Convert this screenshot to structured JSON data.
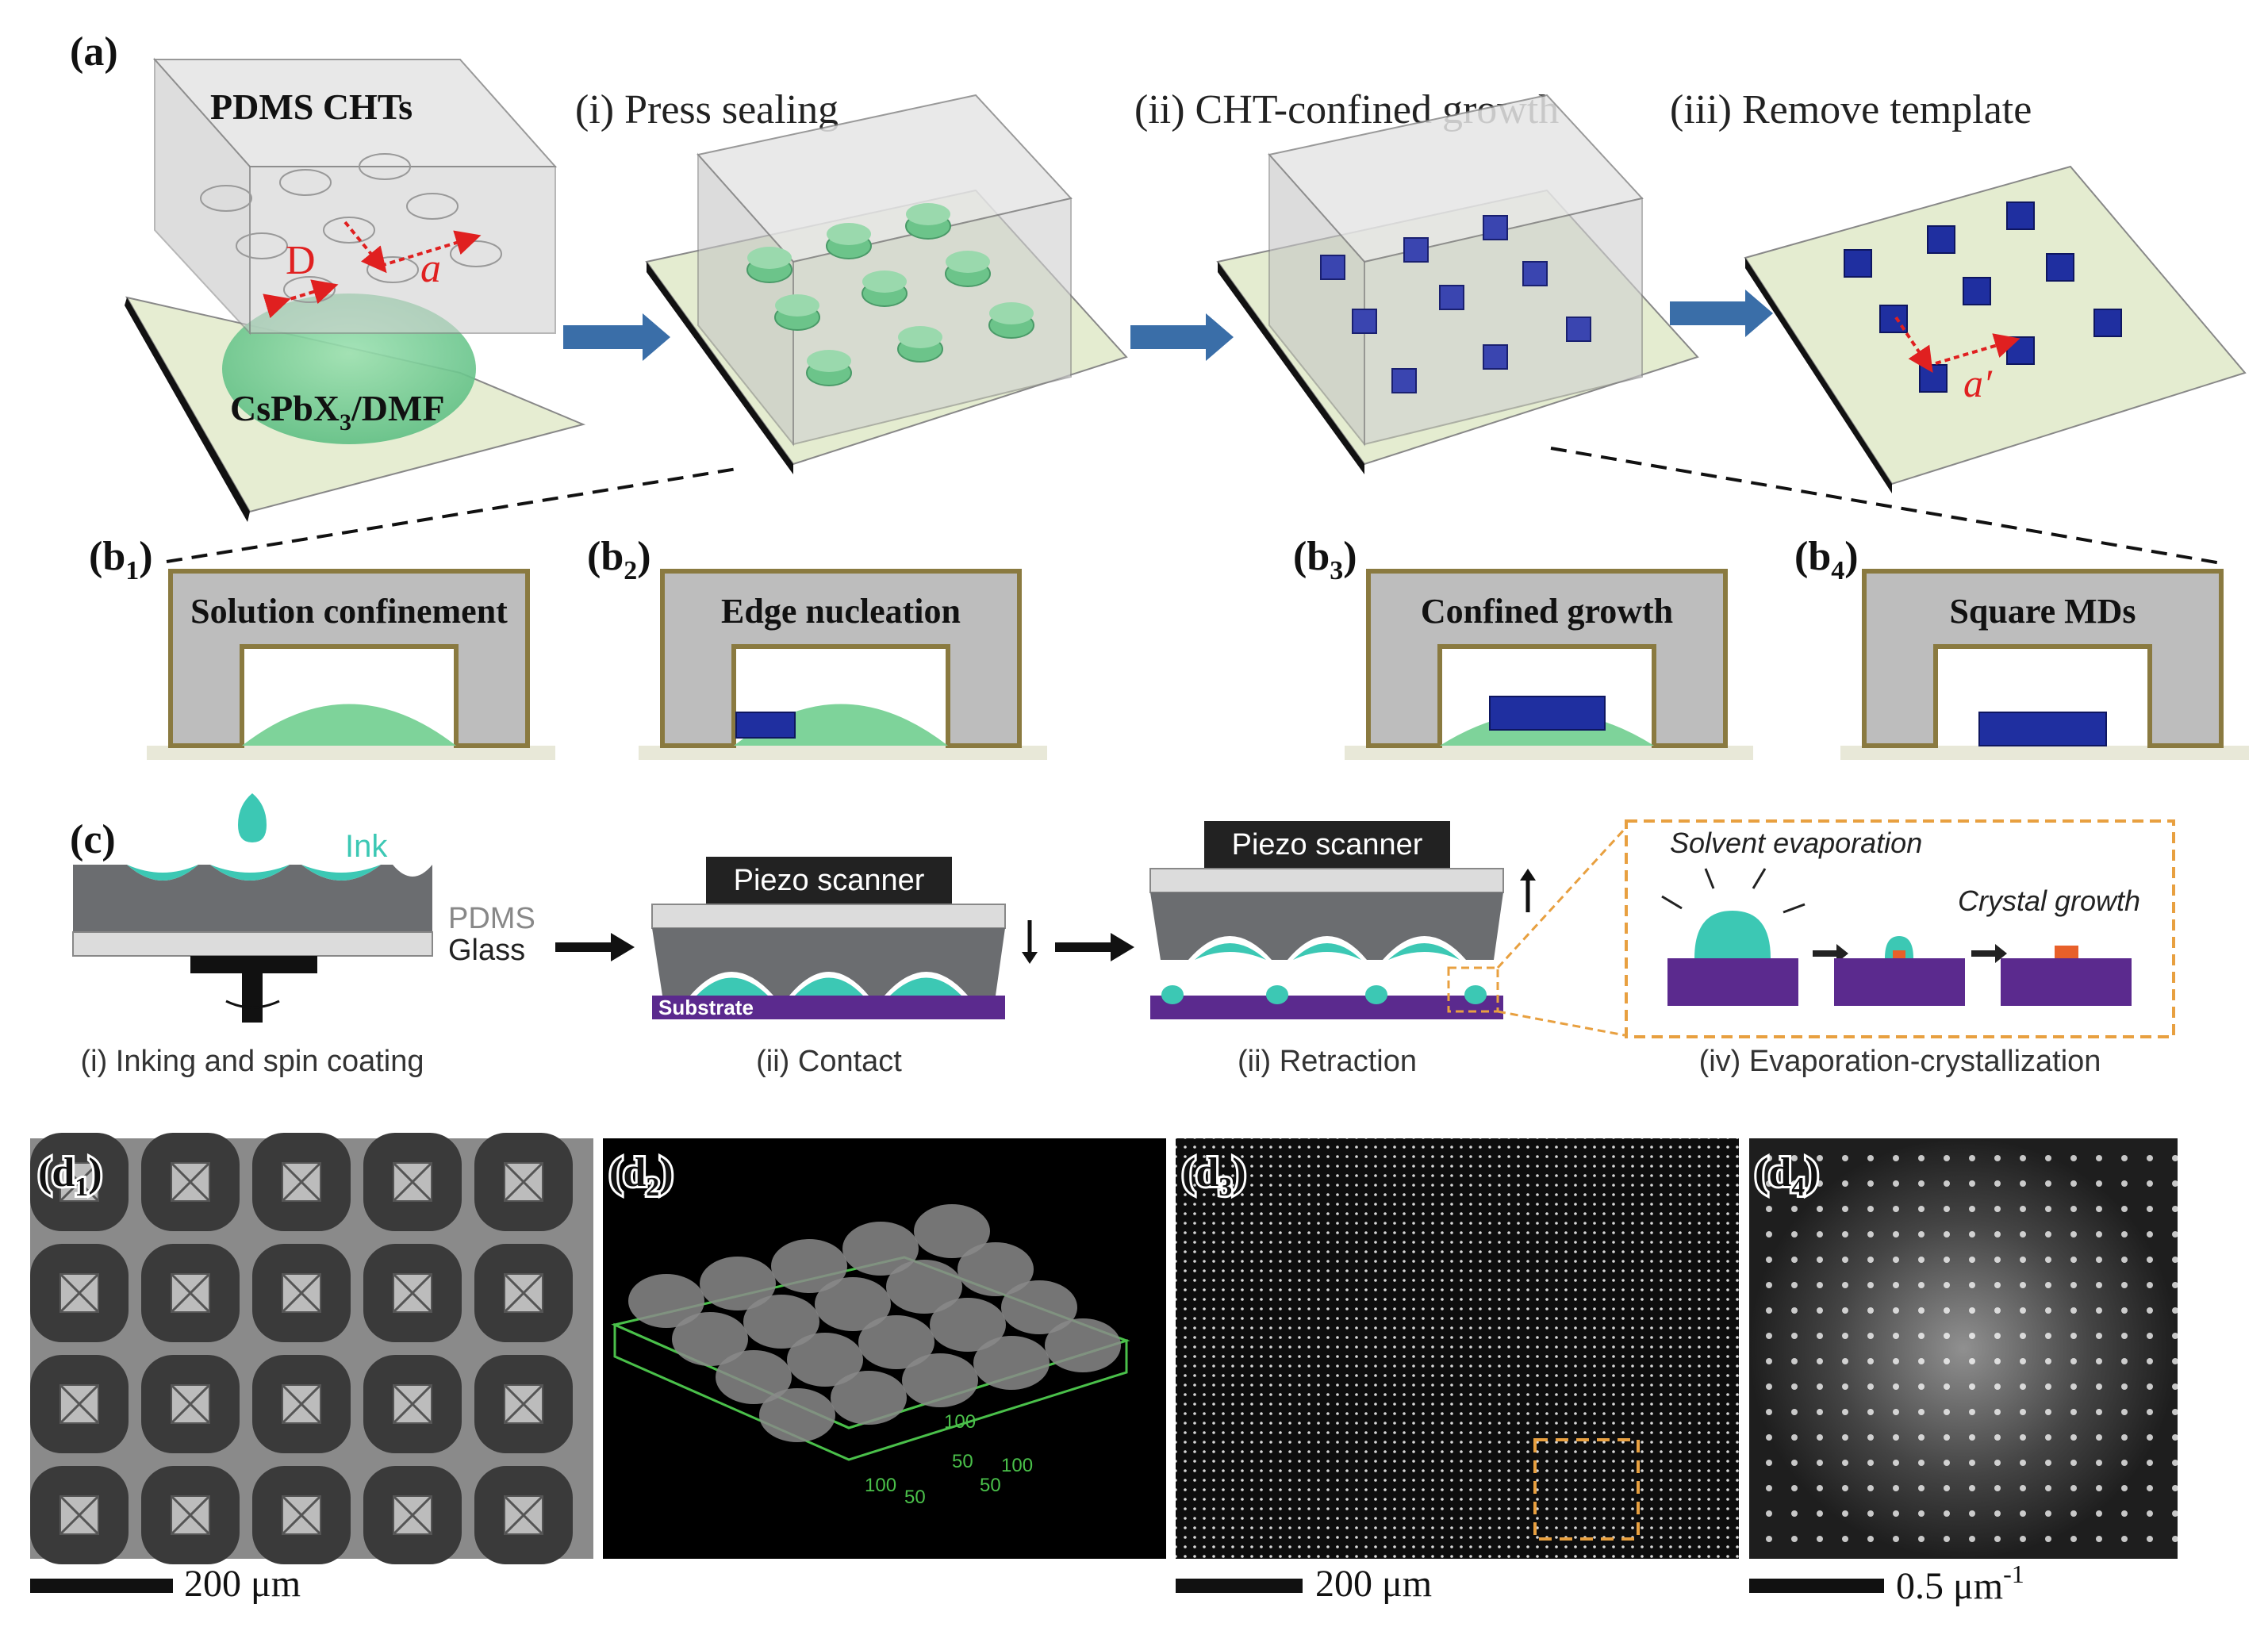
{
  "panel_a": {
    "label": "(a)",
    "template_label": "PDMS CHTs",
    "dim_D": "D",
    "dim_a": "a",
    "solution_prefix": "CsPbX",
    "solution_sub": "3",
    "solution_suffix": "/DMF",
    "steps": [
      "(i) Press sealing",
      "(ii) CHT-confined growth",
      "(iii) Remove template"
    ],
    "dim_a_prime": "a′"
  },
  "panel_b": [
    {
      "label": "(b",
      "sub": "1",
      "close": ")",
      "title": "Solution confinement"
    },
    {
      "label": "(b",
      "sub": "2",
      "close": ")",
      "title": "Edge nucleation"
    },
    {
      "label": "(b",
      "sub": "3",
      "close": ")",
      "title": "Confined  growth"
    },
    {
      "label": "(b",
      "sub": "4",
      "close": ")",
      "title": "Square MDs"
    }
  ],
  "panel_c": {
    "label": "(c)",
    "ink": "Ink",
    "pdms": "PDMS",
    "glass": "Glass",
    "piezo_1": "Piezo scanner",
    "piezo_2": "Piezo scanner",
    "substrate": "Substrate",
    "solvent_evaporation": "Solvent evaporation",
    "crystal_growth": "Crystal growth",
    "captions": [
      "(i) Inking and spin coating",
      "(ii) Contact",
      "(ii) Retraction",
      "(iv) Evaporation-crystallization"
    ]
  },
  "panel_d": [
    {
      "label": "(d",
      "sub": "1",
      "close": ")",
      "scale_text": "200 μm"
    },
    {
      "label": "(d",
      "sub": "2",
      "close": ")",
      "axis_ticks": [
        "100",
        "50",
        "50",
        "100",
        "50",
        "100"
      ]
    },
    {
      "label": "(d",
      "sub": "3",
      "close": ")",
      "scale_text": "200 μm"
    },
    {
      "label": "(d",
      "sub": "4",
      "close": ")",
      "scale_text": "0.5 μm",
      "scale_sup": "-1"
    }
  ],
  "colors": {
    "substrate_green": "#e4ecd0",
    "solution_green": "#7ed39a",
    "crystal_blue": "#1f2fa0",
    "arrow_blue": "#3a6ea8",
    "ink_teal": "#3cc8b4",
    "substrate_purple": "#5b2a8e",
    "orange_dashed": "#e8a040",
    "wall_brown": "#8a7a40"
  }
}
